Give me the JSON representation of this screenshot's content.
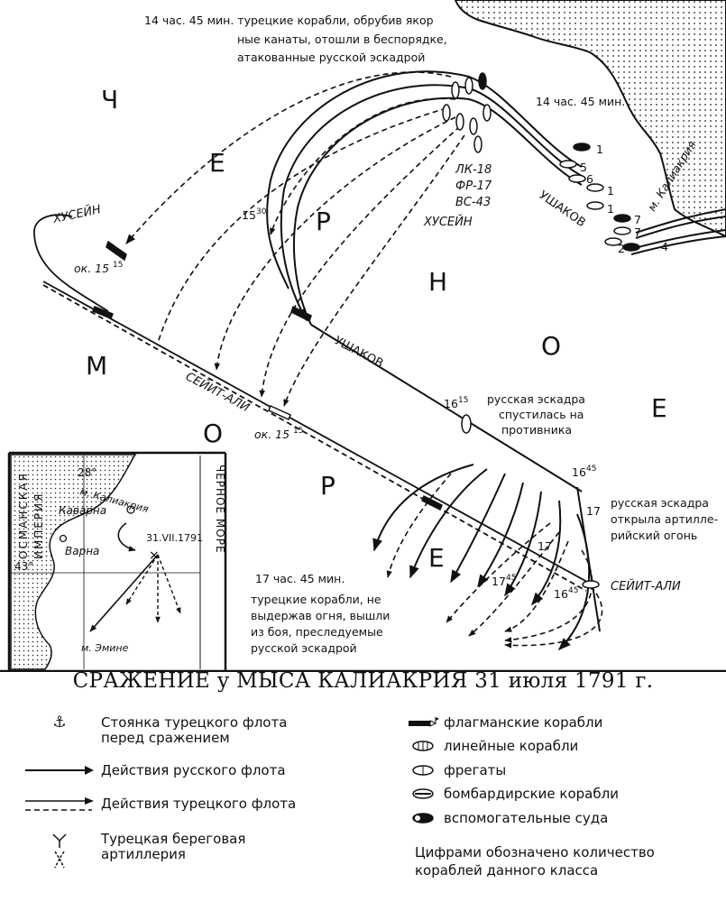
{
  "map": {
    "sea_letters": [
      "Ч",
      "Е",
      "Р",
      "Н",
      "О",
      "Е",
      "М",
      "О",
      "Р",
      "Е"
    ],
    "cape_label": "м. Калиакрия",
    "top_note": [
      "14 час. 45 мин. турецкие корабли, обрубив якор",
      "ные канаты, отошли в беспорядке,",
      "атакованные русской эскадрой"
    ],
    "time_1445": "14 час. 45 мин.",
    "turk_counts": [
      "ЛК-18",
      "ФР-17",
      "ВС-43"
    ],
    "husein_label": "ХУСЕЙН",
    "ushakov_label": "УШАКОВ",
    "ushakov_label_2": "УШАКОВ",
    "husein_label_2": "ХУСЕЙН",
    "seit_ali_label": "СЕЙИТ-АЛИ",
    "seit_ali_label_2": "СЕЙИТ-АЛИ",
    "ok_1515_a": "ок. 15",
    "ok_1515_b": "ок. 15",
    "sup_15": "15",
    "time_1530": "15",
    "sup_30": "30",
    "time_1615": "16",
    "sup_1615": "15",
    "time_1645": "16",
    "sup_1645": "45",
    "time_17": "17",
    "time_17b": "17",
    "time_1745": "17",
    "sup_1745": "45",
    "time_1645b": "16",
    "sup_1645b": "45",
    "note_descended": [
      "русская эскадра",
      "спустилась на",
      "противника"
    ],
    "note_fire": [
      "русская эскадра",
      "открыла артилле-",
      "рийский огонь"
    ],
    "note_1745": [
      "17 час. 45 мин.",
      "турецкие корабли, не",
      "выдержав огня, вышли",
      "из боя, преследуемые",
      "русской эскадрой"
    ],
    "russian_counts": [
      "1",
      "5",
      "6",
      "1",
      "1",
      "7",
      "7",
      "2",
      "4"
    ]
  },
  "inset": {
    "ottoman": "ОСМАНСКАЯ",
    "empire": "ИМПЕРИЯ",
    "black_sea": "ЧЕРНОЕ МОРЕ",
    "lon": "28°",
    "lat": "43°",
    "cape": "м. Калиакрия",
    "kavarna": "Каварна",
    "varna": "Варна",
    "date": "31.VII.1791",
    "emine": "м. Эмине"
  },
  "title": "СРАЖЕНИЕ у МЫСА КАЛИАКРИЯ 31 июля 1791 г.",
  "legend": {
    "left": [
      {
        "icon": "anchor-icon",
        "label": "Стоянка турецкого флота перед сражением"
      },
      {
        "icon": "solid-arrow-icon",
        "label": "Действия русского флота"
      },
      {
        "icon": "double-arrow-icon",
        "label": "Действия турецкого флота"
      },
      {
        "icon": "shore-artillery-icon",
        "label": "Турецкая береговая артиллерия"
      }
    ],
    "right": [
      {
        "icon": "flagship-icon",
        "label": "флагманские корабли"
      },
      {
        "icon": "ship-of-line-icon",
        "label": "линейные корабли"
      },
      {
        "icon": "frigate-icon",
        "label": "фрегаты"
      },
      {
        "icon": "bomb-ship-icon",
        "label": "бомбардирские корабли"
      },
      {
        "icon": "auxiliary-ship-icon",
        "label": "вспомогательные суда"
      }
    ],
    "note": [
      "Цифрами обозначено количество",
      "кораблей данного класса"
    ]
  }
}
